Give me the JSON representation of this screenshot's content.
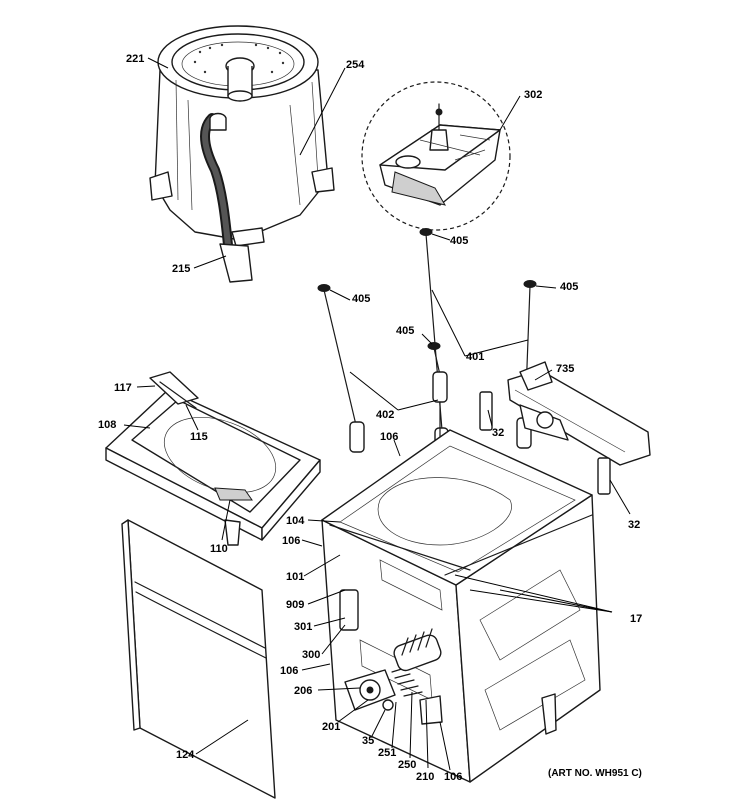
{
  "callouts": {
    "c221": "221",
    "c254": "254",
    "c215": "215",
    "c302": "302",
    "c405a": "405",
    "c405b": "405",
    "c405c": "405",
    "c405d": "405",
    "c401": "401",
    "c402": "402",
    "c735": "735",
    "c32a": "32",
    "c32b": "32",
    "c117": "117",
    "c108": "108",
    "c115": "115",
    "c110": "110",
    "c106a": "106",
    "c104": "104",
    "c106b": "106",
    "c101": "101",
    "c909": "909",
    "c301": "301",
    "c300": "300",
    "c106c": "106",
    "c206": "206",
    "c201": "201",
    "c35": "35",
    "c251": "251",
    "c250": "250",
    "c210": "210",
    "c106d": "106",
    "c124": "124",
    "c17": "17"
  },
  "art_number": "(ART NO. WH951 C)"
}
